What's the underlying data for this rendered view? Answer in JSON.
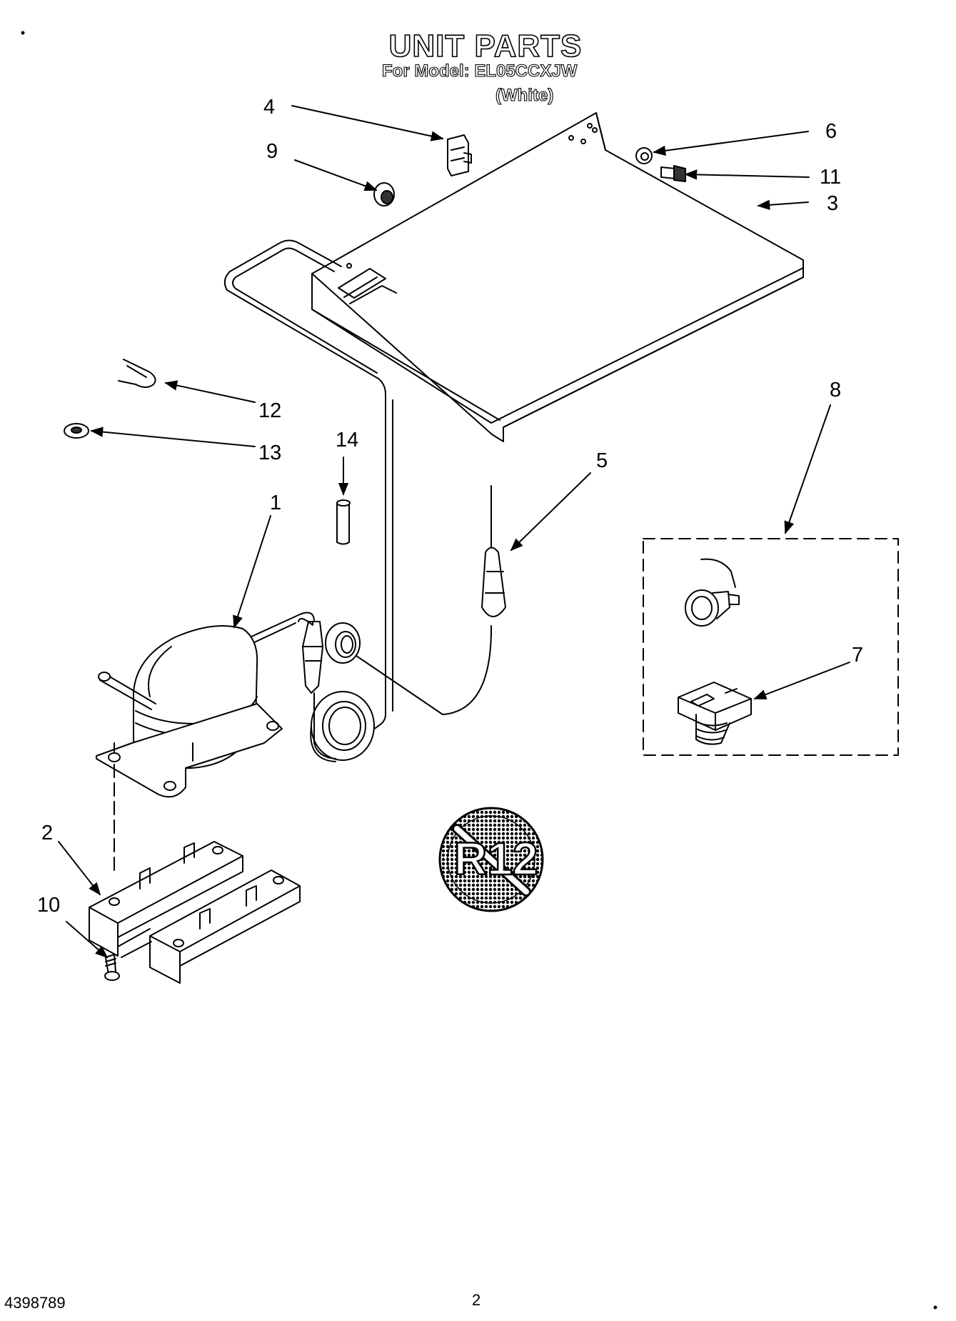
{
  "header": {
    "title": "UNIT PARTS",
    "model_line": "For Model: EL05CCXJW",
    "variant": "(White)"
  },
  "callouts": [
    "1",
    "2",
    "3",
    "4",
    "5",
    "6",
    "7",
    "8",
    "9",
    "10",
    "11",
    "12",
    "13",
    "14"
  ],
  "badge": {
    "text": "R12"
  },
  "footer": {
    "doc_number": "4398789",
    "page_number": "2"
  }
}
